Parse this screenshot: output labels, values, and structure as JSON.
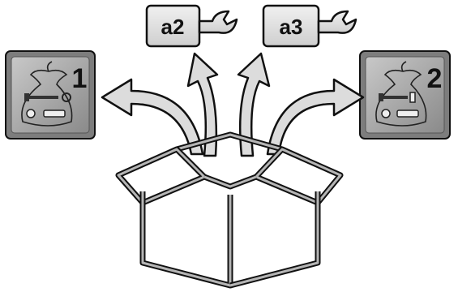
{
  "kits": [
    {
      "number": "1"
    },
    {
      "number": "2"
    }
  ],
  "tool_tags": [
    {
      "label": "a2",
      "icon": "wrench-icon"
    },
    {
      "label": "a3",
      "icon": "wrench-icon"
    }
  ],
  "colors": {
    "outline": "#111111",
    "box_stroke": "#6e6e6e",
    "arrow_fill": "#dcdcdc",
    "tile_fill": "#9c9c9c",
    "tag_fill": "#e4e4e4"
  }
}
